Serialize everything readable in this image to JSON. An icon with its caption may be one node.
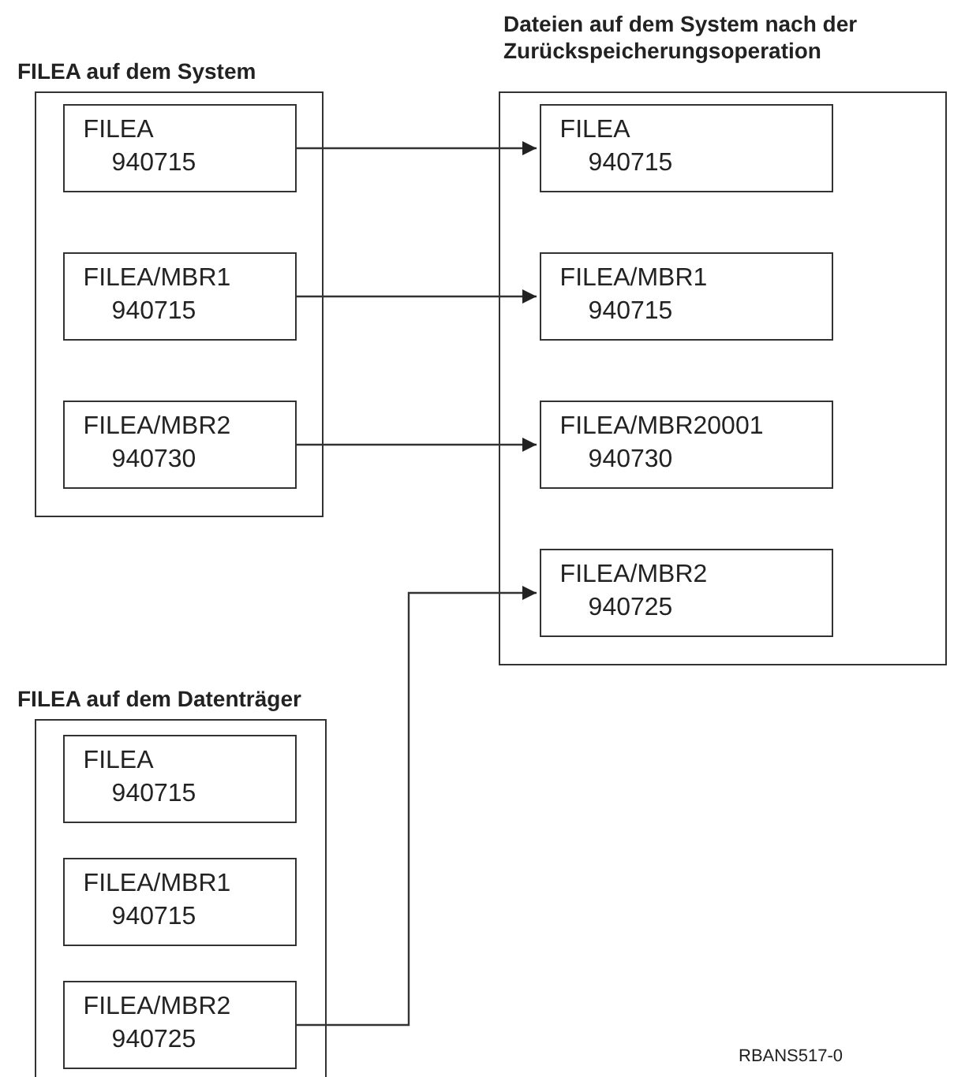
{
  "diagram": {
    "nodes": [
      {
        "text": [
          "FILEA auf dem System"
        ]
      },
      {
        "text": [
          "FILEA",
          "940715"
        ],
        "in": 0
      },
      {
        "text": [
          "FILEA/MBR1",
          "940715"
        ],
        "in": 0
      },
      {
        "text": [
          "FILEA/MBR2",
          "940730"
        ],
        "in": 0
      },
      {
        "text": [
          "Dateien auf dem System nach der Zurückspeicherungsoperation"
        ]
      },
      {
        "text": [
          "FILEA",
          "940715"
        ],
        "in": 4
      },
      {
        "text": [
          "FILEA/MBR1",
          "940715"
        ],
        "in": 4
      },
      {
        "text": [
          "FILEA/MBR20001",
          "940730"
        ],
        "in": 4
      },
      {
        "text": [
          "FILEA/MBR2",
          "940725"
        ],
        "in": 4
      },
      {
        "text": [
          "FILEA auf dem Datenträger"
        ]
      },
      {
        "text": [
          "FILEA",
          "940715"
        ],
        "in": 9
      },
      {
        "text": [
          "FILEA/MBR1",
          "940715"
        ],
        "in": 9
      },
      {
        "text": [
          "FILEA/MBR2",
          "940725"
        ],
        "in": 9
      }
    ],
    "edges": [
      {
        "from": 1,
        "to": 5,
        "arrow": "to"
      },
      {
        "from": 2,
        "to": 6,
        "arrow": "to"
      },
      {
        "from": 3,
        "to": 7,
        "arrow": "to"
      },
      {
        "from": 12,
        "to": 8,
        "arrow": "to"
      }
    ],
    "labels": [
      "RBANS517-0"
    ]
  }
}
